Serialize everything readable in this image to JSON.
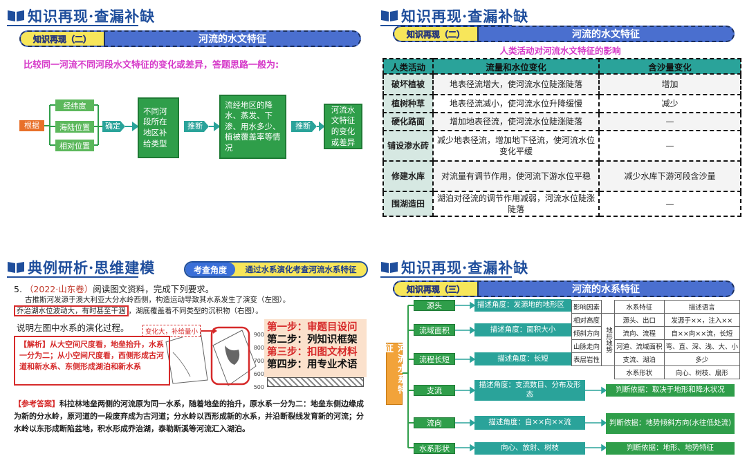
{
  "q1": {
    "header": "知识再现·查漏补缺",
    "pill_left": "知识再现（二）",
    "pill_title": "河流的水文特征",
    "intro": "比较同一河流不同河段水文特征的变化或差异，答题思路一般为:",
    "flow": {
      "basis": "根据",
      "factors": [
        "经纬度",
        "海陆位置",
        "相对位置"
      ],
      "determine": "确定",
      "supply": "不同河段所在地区补给类型",
      "infer1": "推断",
      "processes": "流经地区的降水、蒸发、下渗、用水多少、植被覆盖率等情况",
      "infer2": "推断",
      "result": "河流水文特征的变化或差异"
    }
  },
  "q2": {
    "header": "知识再现·查漏补缺",
    "pill_left": "知识再现（二）",
    "pill_title": "河流的水文特征",
    "subtitle": "人类活动对河流水文特征的影响",
    "table": {
      "headers": [
        "人类活动",
        "流量和水位变化",
        "含沙量变化"
      ],
      "rows": [
        [
          "破坏植被",
          "地表径流增大，使河流水位陡涨陡落",
          "增加"
        ],
        [
          "植树种草",
          "地表径流减小，使河流水位升降缓慢",
          "减少"
        ],
        [
          "硬化路面",
          "增加地表径流，使河流水位陡涨陡落",
          "—"
        ],
        [
          "铺设渗水砖",
          "减少地表径流，增加地下径流，使河流水位变化平缓",
          "—"
        ],
        [
          "修建水库",
          "对流量有调节作用，使河流下游水位平稳",
          "减少水库下游河段含沙量"
        ],
        [
          "围湖造田",
          "湖泊对径流的调节作用减弱，河流水位陡涨陡落",
          "—"
        ]
      ]
    }
  },
  "q3": {
    "header": "典例研析·思维建模",
    "badge_left": "考查角度",
    "badge_right": "通过水系演化考查河流水系特征",
    "q_num": "5.",
    "q_src": "（2022·山东卷）",
    "q_text": "阅读图文资料，完成下列要求。",
    "passage1": "古推斯河发源于澳大利亚大分水岭西侧，构造运动导致其水系发生了演变（左图）。",
    "passage2a": "乔治湖水位波动大，有时甚至干涸",
    "passage2b": "，湖底覆盖着不同类型的沉积物（右图）。",
    "question": "说明左图中水系的演化过程。",
    "analysis": "【解析】从大空间尺度看，地垒抬升，水系一分为二；从小空间尺度看，西侧形成古河道和新水系、东侧形成湖泊和新水系",
    "annot": "变化大，补给量小",
    "steps": [
      "第一步：审题目设问",
      "第二步：列知识框架",
      "第三步：扣图文材料",
      "第四步：用专业术语"
    ],
    "ticks": [
      "900",
      "800",
      "700",
      "600",
      "500"
    ],
    "answer_label": "【参考答案】",
    "answer": "科拉林地垒两侧的河流原为同一水系，随着地垒的抬升，原水系一分为二：地垒东侧边缘成为新的分水岭，原河道的一段废弃成为古河道；分水岭以西形成新的水系，并沿断裂线发育新的河流；分水岭以东形成断陷盆地，积水形成乔治湖，泰勒斯溪等河流汇入湖泊。"
  },
  "q4": {
    "header": "知识再现·查漏补缺",
    "pill_left": "知识再现（三）",
    "pill_title": "河流的水系特征",
    "vertical": "河流水系特征",
    "nodes": [
      "源头",
      "流域面积",
      "流程长短",
      "支流",
      "流向",
      "水系形状"
    ],
    "descs": [
      "描述角度：发源地的地形区",
      "描述角度：面积大小",
      "描述角度：长短",
      "描述角度：支流数目、分布及形态",
      "描述角度：自××向××流",
      "向心、放射、树枝"
    ],
    "judges": [
      "判断依据：取决于地形和降水状况",
      "判断依据：地势倾斜方向(水往低处流)",
      "判断依据：地形、地势特征"
    ],
    "side": {
      "headers": [
        "影响因素",
        "水系特征",
        "描述语言"
      ],
      "factors": [
        "相对高度",
        "倾斜方向",
        "山脉走向",
        "表层岩性"
      ],
      "middle": "地形地势",
      "features": [
        "源头、出口",
        "流向、流程",
        "河道、流域面积",
        "支流、湖泊",
        "水系形状"
      ],
      "lang": [
        "发源于××，注入××",
        "自××向××流，长短",
        "弯、直、深、浅、大、小",
        "多少",
        "向心、树枝、扇形"
      ]
    }
  }
}
